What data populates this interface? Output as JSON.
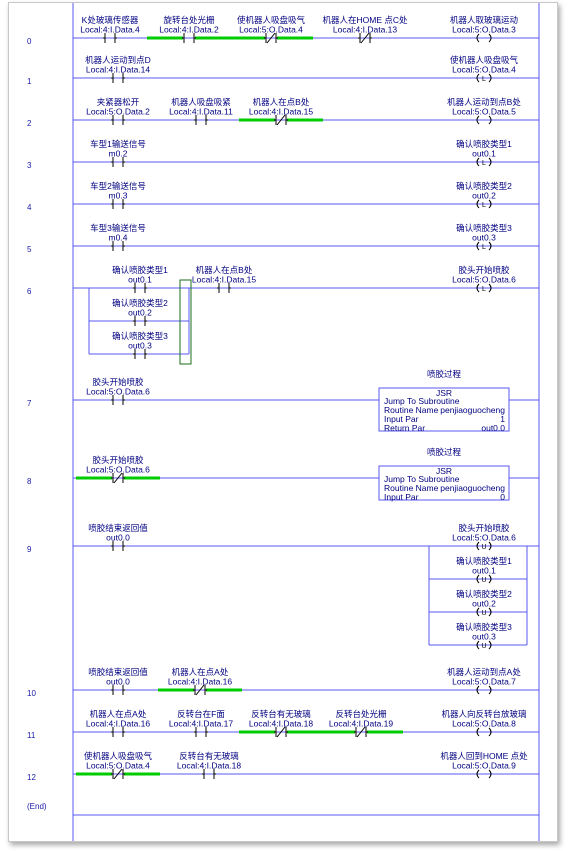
{
  "rungs": [
    {
      "num": "0",
      "instructions": [
        {
          "type": "XIC",
          "label": "K处玻璃传感器",
          "tag": "Local:4:I.Data.4",
          "energized": false
        },
        {
          "type": "XIC",
          "label": "旋转台处光栅",
          "tag": "Local:4:I.Data.2",
          "energized": true
        },
        {
          "type": "XIO",
          "label": "使机器人吸盘吸气",
          "tag": "Local:5:O.Data.4",
          "energized": true
        },
        {
          "type": "XIO",
          "label": "机器人在HOME 点C处",
          "tag": "Local:4:I.Data.13",
          "energized": false
        }
      ],
      "outputs": [
        {
          "type": "OTE",
          "label": "机器人取玻璃运动",
          "tag": "Local:5:O.Data.3",
          "energized": false
        }
      ]
    },
    {
      "num": "1",
      "instructions": [
        {
          "type": "XIC",
          "label": "机器人运动到点D",
          "tag": "Local:4:I.Data.14",
          "energized": false
        }
      ],
      "outputs": [
        {
          "type": "OTL",
          "label": "使机器人吸盘吸气",
          "tag": "Local:5:O.Data.4",
          "energized": false
        }
      ]
    },
    {
      "num": "2",
      "instructions": [
        {
          "type": "XIC",
          "label": "夹紧器松开",
          "tag": "Local:5:O.Data.2",
          "energized": false
        },
        {
          "type": "XIC",
          "label": "机器人吸盘吸紧",
          "tag": "Local:4:I.Data.11",
          "energized": false
        },
        {
          "type": "XIO",
          "label": "机器人在点B处",
          "tag": "Local:4:I.Data.15",
          "energized": true
        }
      ],
      "outputs": [
        {
          "type": "OTE",
          "label": "机器人运动到点B处",
          "tag": "Local:5:O.Data.5",
          "energized": false
        }
      ]
    },
    {
      "num": "3",
      "instructions": [
        {
          "type": "XIC",
          "label": "车型1输送信号",
          "tag": "m0.2",
          "energized": false
        }
      ],
      "outputs": [
        {
          "type": "OTL",
          "label": "确认喷胶类型1",
          "tag": "out0.1",
          "energized": false
        }
      ]
    },
    {
      "num": "4",
      "instructions": [
        {
          "type": "XIC",
          "label": "车型2输送信号",
          "tag": "m0.3",
          "energized": false
        }
      ],
      "outputs": [
        {
          "type": "OTL",
          "label": "确认喷胶类型2",
          "tag": "out0.2",
          "energized": false
        }
      ]
    },
    {
      "num": "5",
      "instructions": [
        {
          "type": "XIC",
          "label": "车型3输送信号",
          "tag": "m0.4",
          "energized": false
        }
      ],
      "outputs": [
        {
          "type": "OTL",
          "label": "确认喷胶类型3",
          "tag": "out0.3",
          "energized": false
        }
      ]
    },
    {
      "num": "6",
      "branch": [
        {
          "type": "XIC",
          "label": "确认喷胶类型1",
          "tag": "out0.1",
          "energized": false
        },
        {
          "type": "XIC",
          "label": "确认喷胶类型2",
          "tag": "out0.2",
          "energized": false
        },
        {
          "type": "XIC",
          "label": "确认喷胶类型3",
          "tag": "out0.3",
          "energized": false
        }
      ],
      "instructions": [
        {
          "type": "XIC",
          "label": "机器人在点B处",
          "tag": "Local:4:I.Data.15",
          "energized": false
        }
      ],
      "outputs": [
        {
          "type": "OTL",
          "label": "胶头开始喷胶",
          "tag": "Local:5:O.Data.6",
          "energized": false
        }
      ]
    },
    {
      "num": "7",
      "instructions": [
        {
          "type": "XIC",
          "label": "胶头开始喷胶",
          "tag": "Local:5:O.Data.6",
          "energized": false
        }
      ],
      "jsr": {
        "label": "喷胶过程",
        "title": "JSR",
        "subtitle": "Jump To Subroutine",
        "rows": [
          {
            "k": "Routine Name",
            "v": "penjiaoguocheng"
          },
          {
            "k": "Input Par",
            "v": "1"
          },
          {
            "k": "Return Par",
            "v": "out0.0"
          }
        ]
      }
    },
    {
      "num": "8",
      "instructions": [
        {
          "type": "XIO",
          "label": "胶头开始喷胶",
          "tag": "Local:5:O.Data.6",
          "energized": true
        }
      ],
      "jsr": {
        "label": "喷胶过程",
        "title": "JSR",
        "subtitle": "Jump To Subroutine",
        "rows": [
          {
            "k": "Routine Name",
            "v": "penjiaoguocheng"
          },
          {
            "k": "Input Par",
            "v": "0"
          }
        ]
      }
    },
    {
      "num": "9",
      "instructions": [
        {
          "type": "XIC",
          "label": "喷胶结束返回值",
          "tag": "out0.0",
          "energized": false
        }
      ],
      "outputs": [
        {
          "type": "OTU",
          "label": "胶头开始喷胶",
          "tag": "Local:5:O.Data.6",
          "energized": false
        },
        {
          "type": "OTU",
          "label": "确认喷胶类型1",
          "tag": "out0.1",
          "energized": false
        },
        {
          "type": "OTU",
          "label": "确认喷胶类型2",
          "tag": "out0.2",
          "energized": false
        },
        {
          "type": "OTU",
          "label": "确认喷胶类型3",
          "tag": "out0.3",
          "energized": false
        }
      ]
    },
    {
      "num": "10",
      "instructions": [
        {
          "type": "XIC",
          "label": "喷胶结束返回值",
          "tag": "out0.0",
          "energized": false
        },
        {
          "type": "XIO",
          "label": "机器人在点A处",
          "tag": "Local:4:I.Data.16",
          "energized": true
        }
      ],
      "outputs": [
        {
          "type": "OTE",
          "label": "机器人运动到点A处",
          "tag": "Local:5:O.Data.7",
          "energized": false
        }
      ]
    },
    {
      "num": "11",
      "instructions": [
        {
          "type": "XIC",
          "label": "机器人在点A处",
          "tag": "Local:4:I.Data.16",
          "energized": false
        },
        {
          "type": "XIC",
          "label": "反转台在F面",
          "tag": "Local:4:I.Data.17",
          "energized": false
        },
        {
          "type": "XIO",
          "label": "反转台有无玻璃",
          "tag": "Local:4:I.Data.18",
          "energized": true
        },
        {
          "type": "XIO",
          "label": "反转台处光栅",
          "tag": "Local:4:I.Data.19",
          "energized": true
        }
      ],
      "outputs": [
        {
          "type": "OTE",
          "label": "机器人向反转台放玻璃",
          "tag": "Local:5:O.Data.8",
          "energized": false
        }
      ]
    },
    {
      "num": "12",
      "instructions": [
        {
          "type": "XIO",
          "label": "使机器人吸盘吸气",
          "tag": "Local:5:O.Data.4",
          "energized": true
        },
        {
          "type": "XIC",
          "label": "反转台有无玻璃",
          "tag": "Local:4:I.Data.18",
          "energized": false
        }
      ],
      "outputs": [
        {
          "type": "OTE",
          "label": "机器人回到HOME 点处",
          "tag": "Local:5:O.Data.9",
          "energized": false
        }
      ]
    }
  ],
  "end_label": "(End)",
  "colors": {
    "rail": "#5a5af0",
    "wire": "#5a5af0",
    "contact": "#000000",
    "text": "#000080",
    "energized": "#00cc00",
    "rungnum": "#1a1aa8",
    "branchbox": "#1a6e1a"
  }
}
